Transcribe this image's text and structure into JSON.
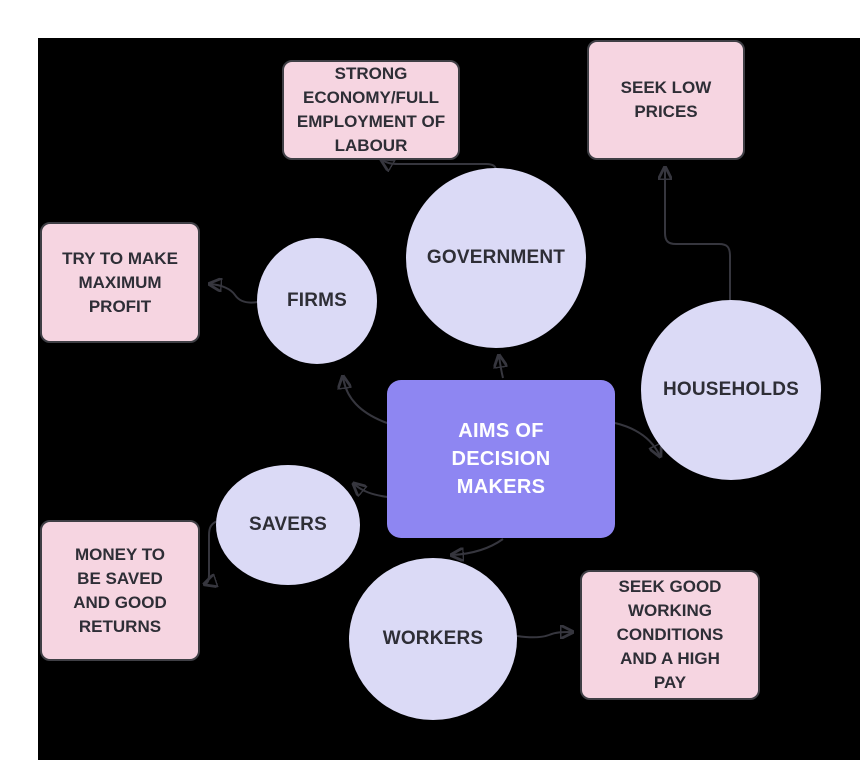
{
  "diagram": {
    "title": "AIMS OF DECISION MAKERS",
    "center": {
      "label": "AIMS OF\nDECISION\nMAKERS"
    },
    "circles": {
      "government": {
        "label": "GOVERNMENT"
      },
      "firms": {
        "label": "FIRMS"
      },
      "households": {
        "label": "HOUSEHOLDS"
      },
      "savers": {
        "label": "SAVERS"
      },
      "workers": {
        "label": "WORKERS"
      }
    },
    "boxes": {
      "strong_economy": {
        "label": "STRONG\nECONOMY/FULL\nEMPLOYMENT OF\nLABOUR"
      },
      "seek_low_prices": {
        "label": "SEEK LOW\nPRICES"
      },
      "max_profit": {
        "label": "TRY TO MAKE\nMAXIMUM\nPROFIT"
      },
      "money_saved": {
        "label": "MONEY TO\nBE SAVED\nAND GOOD\nRETURNS"
      },
      "good_conditions": {
        "label": "SEEK GOOD\nWORKING\nCONDITIONS\nAND A HIGH\nPAY"
      }
    },
    "edges": [
      {
        "from": "AIMS OF DECISION MAKERS",
        "to": "GOVERNMENT"
      },
      {
        "from": "AIMS OF DECISION MAKERS",
        "to": "FIRMS"
      },
      {
        "from": "AIMS OF DECISION MAKERS",
        "to": "SAVERS"
      },
      {
        "from": "AIMS OF DECISION MAKERS",
        "to": "WORKERS"
      },
      {
        "from": "AIMS OF DECISION MAKERS",
        "to": "HOUSEHOLDS"
      },
      {
        "from": "GOVERNMENT",
        "to": "STRONG ECONOMY/FULL EMPLOYMENT OF LABOUR"
      },
      {
        "from": "HOUSEHOLDS",
        "to": "SEEK LOW PRICES"
      },
      {
        "from": "FIRMS",
        "to": "TRY TO MAKE MAXIMUM PROFIT"
      },
      {
        "from": "SAVERS",
        "to": "MONEY TO BE SAVED AND GOOD RETURNS"
      },
      {
        "from": "WORKERS",
        "to": "SEEK GOOD WORKING CONDITIONS AND A HIGH PAY"
      }
    ],
    "colors": {
      "page_bg": "#ffffff",
      "canvas_bg": "#000000",
      "circle_fill": "#dbdaf6",
      "center_fill": "#8e86f2",
      "box_fill": "#f6d5e1",
      "box_border": "#3f3f45",
      "arrow": "#36363e",
      "text_dark": "#2e2e36",
      "text_light": "#ffffff"
    }
  }
}
